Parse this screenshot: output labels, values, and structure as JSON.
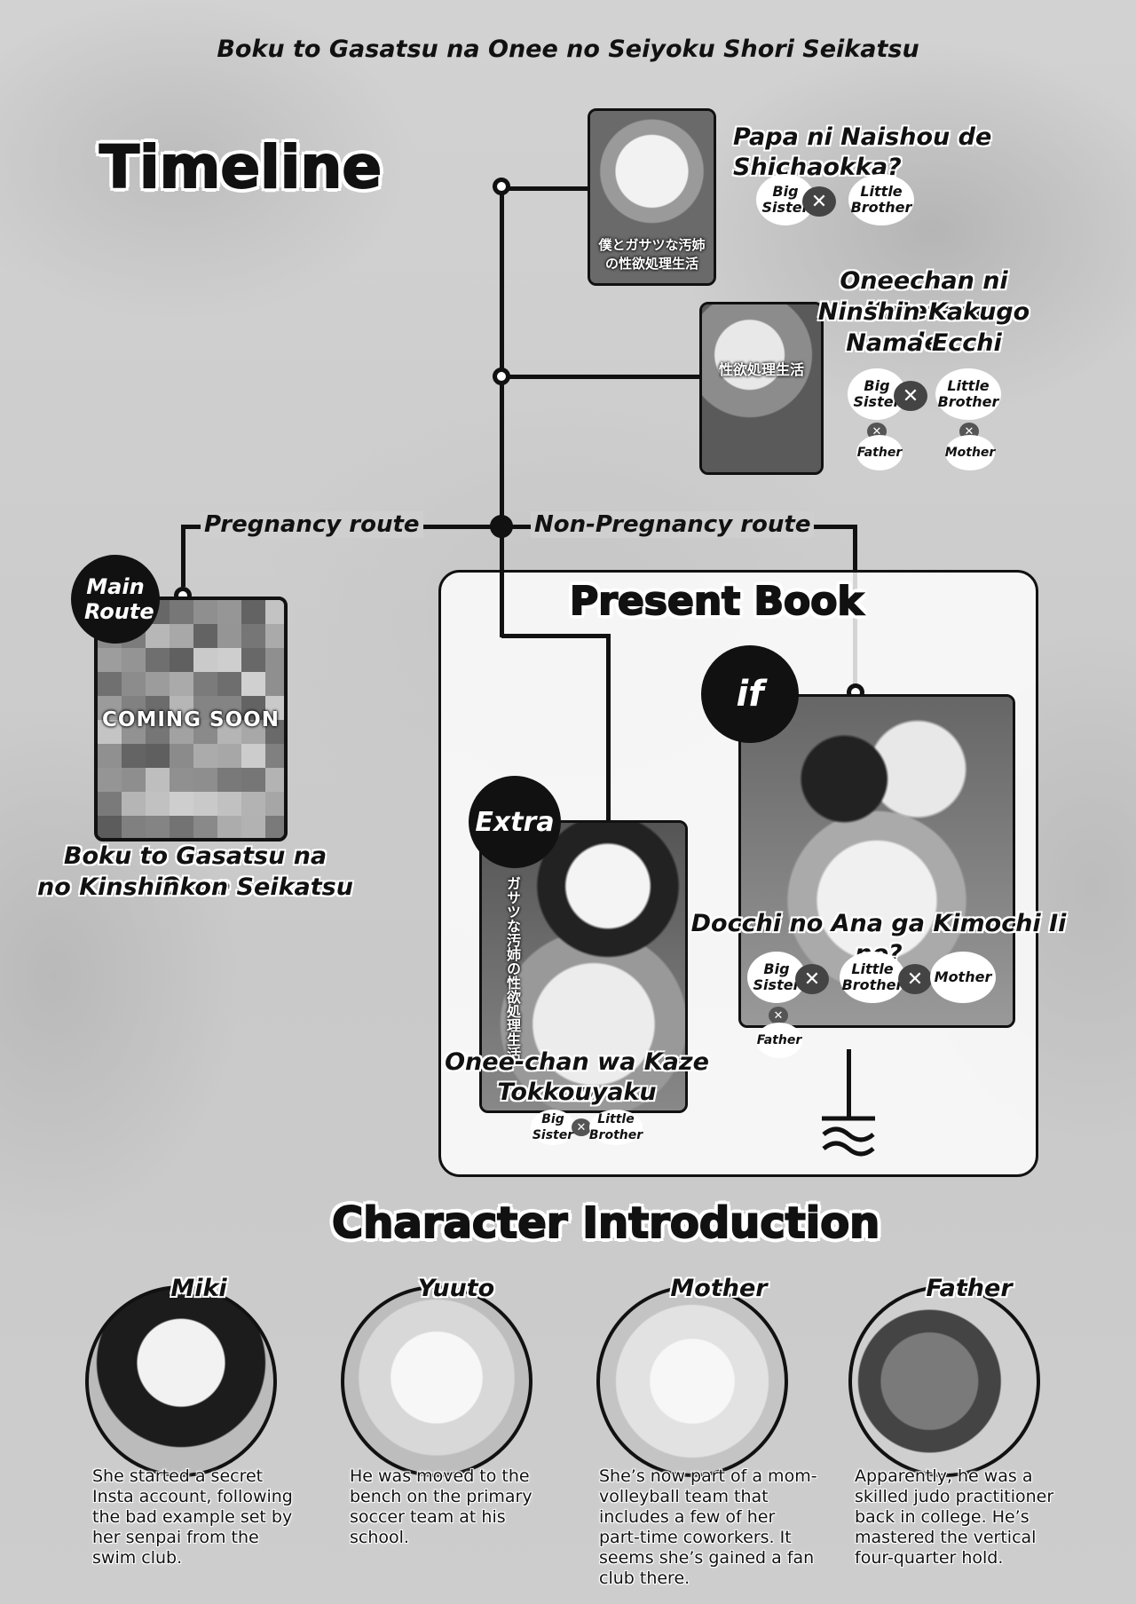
{
  "header": {
    "series_title": "Boku to Gasatsu na Onee no Seiyoku Shori Seikatsu"
  },
  "timeline": {
    "title": "Timeline",
    "routes": {
      "pregnancy": "Pregnancy route",
      "non_pregnancy": "Non-Pregnancy route"
    },
    "present_book_label": "Present Book",
    "books": [
      {
        "title": "Papa ni Naishou de Shichaokka?",
        "cover_text": "僕とガサツな汚姉の性欲処理生活",
        "pair": [
          "Big Sister",
          "Little Brother"
        ]
      },
      {
        "title_lines": [
          "Oneechan ni Katetara",
          "Ninshin Kakugo de",
          "Nama Ecchi"
        ],
        "cover_text": "性欲処理生活",
        "pair": [
          "Big Sister",
          "Little Brother"
        ],
        "sub": [
          "Father",
          "Mother"
        ]
      },
      {
        "badge": "Main Route",
        "cover_text": "COMING SOON",
        "title_lines": [
          "Boku to Gasatsu na Onee",
          "no Kinshinkon Seikatsu"
        ]
      },
      {
        "badge": "Extra",
        "cover_text": "ガサツな汚姉の性欲処理生活",
        "title_lines": [
          "Onee-chan wa Kaze no",
          "Tokkouyaku"
        ],
        "pair": [
          "Big Sister",
          "Little Brother"
        ]
      },
      {
        "badge": "if",
        "title": "Docchi no Ana ga Kimochi Ii no?",
        "trio": [
          "Big Sister",
          "Little Brother",
          "Mother"
        ],
        "sub": [
          "Father"
        ]
      }
    ]
  },
  "characters": {
    "title": "Character Introduction",
    "list": [
      {
        "name": "Miki",
        "desc": "She started a secret Insta account, following the bad example set by her senpai from the swim club."
      },
      {
        "name": "Yuuto",
        "desc": "He was moved to the bench on the primary soccer team at his school."
      },
      {
        "name": "Mother",
        "desc": "She’s now part of a mom-volleyball team that includes a few of her part-time coworkers. It seems she’s gained a fan club there."
      },
      {
        "name": "Father",
        "desc": "Apparently, he was a skilled judo practitioner back in college. He’s mastered the vertical four-quarter hold."
      }
    ]
  }
}
